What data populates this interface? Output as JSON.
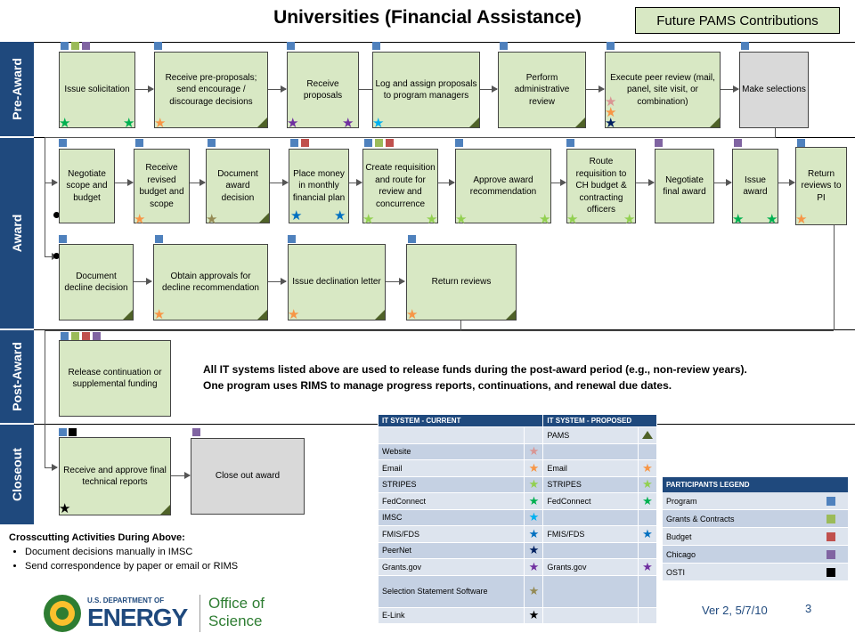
{
  "title": "Universities (Financial Assistance)",
  "future_button": "Future PAMS Contributions",
  "lanes": {
    "pre_award": "Pre-Award",
    "award": "Award",
    "post_award": "Post-Award",
    "closeout": "Closeout"
  },
  "steps": {
    "issue_solicitation": "Issue solicitation",
    "receive_preproposals": "Receive pre-proposals; send encourage / discourage decisions",
    "receive_proposals": "Receive proposals",
    "log_assign": "Log and assign proposals to program managers",
    "admin_review": "Perform administrative review",
    "peer_review": "Execute peer review (mail, panel, site visit, or combination)",
    "make_selections": "Make selections",
    "negotiate_scope": "Negotiate scope and budget",
    "receive_revised": "Receive revised budget and scope",
    "document_award": "Document award decision",
    "place_money": "Place money in monthly financial plan",
    "create_requisition": "Create requisition and route for review and concurrence",
    "approve_award": "Approve award recommendation",
    "route_requisition": "Route requisition to CH budget & contracting officers",
    "negotiate_final": "Negotiate final award",
    "issue_award": "Issue award",
    "return_reviews_pi": "Return reviews to PI",
    "document_decline": "Document decline decision",
    "obtain_approvals": "Obtain approvals for decline recommendation",
    "issue_declination": "Issue declination letter",
    "return_reviews": "Return reviews",
    "release_continuation": "Release continuation or supplemental funding",
    "receive_reports": "Receive and approve final technical reports",
    "close_out": "Close out award"
  },
  "note_line1": "All IT systems listed above are used to release funds during the post-award period (e.g., non-review years).",
  "note_line2": "One program uses RIMS to manage progress reports, continuations, and renewal due dates.",
  "it_table": {
    "header_current": "IT SYSTEM - CURRENT",
    "header_proposed": "IT SYSTEM - PROPOSED",
    "rows": [
      {
        "current": "",
        "current_marker": "",
        "proposed": "PAMS",
        "proposed_marker": "triangle"
      },
      {
        "current": "Website",
        "current_marker": "star-pink",
        "proposed": "",
        "proposed_marker": ""
      },
      {
        "current": "Email",
        "current_marker": "star-orange",
        "proposed": "Email",
        "proposed_marker": "star-orange"
      },
      {
        "current": "STRIPES",
        "current_marker": "star-lightgreen",
        "proposed": "STRIPES",
        "proposed_marker": "star-lightgreen"
      },
      {
        "current": "FedConnect",
        "current_marker": "star-green",
        "proposed": "FedConnect",
        "proposed_marker": "star-green"
      },
      {
        "current": "IMSC",
        "current_marker": "star-lightblue",
        "proposed": "",
        "proposed_marker": ""
      },
      {
        "current": "FMIS/FDS",
        "current_marker": "star-blue",
        "proposed": "FMIS/FDS",
        "proposed_marker": "star-blue"
      },
      {
        "current": "PeerNet",
        "current_marker": "star-navy",
        "proposed": "",
        "proposed_marker": ""
      },
      {
        "current": "Grants.gov",
        "current_marker": "star-purple",
        "proposed": "Grants.gov",
        "proposed_marker": "star-purple"
      },
      {
        "current": "Selection Statement Software",
        "current_marker": "star-olive",
        "proposed": "",
        "proposed_marker": ""
      },
      {
        "current": "E-Link",
        "current_marker": "star-black",
        "proposed": "",
        "proposed_marker": ""
      }
    ]
  },
  "participants_legend": {
    "header": "PARTICIPANTS LEGEND",
    "items": [
      {
        "label": "Program",
        "color": "#4f81bd"
      },
      {
        "label": "Grants & Contracts",
        "color": "#9bbb59"
      },
      {
        "label": "Budget",
        "color": "#c0504d"
      },
      {
        "label": "Chicago",
        "color": "#8064a2"
      },
      {
        "label": "OSTI",
        "color": "#000000"
      }
    ]
  },
  "crosscutting": {
    "title": "Crosscutting Activities During Above:",
    "items": [
      "Document decisions manually in IMSC",
      "Send correspondence by paper or email or RIMS"
    ]
  },
  "logo": {
    "line1": "U.S. DEPARTMENT OF",
    "line2": "ENERGY",
    "office": "Office of",
    "science": "Science"
  },
  "version": "Ver 2, 5/7/10",
  "page_number": "3",
  "colors": {
    "lane": "#1f497d",
    "box_green": "#d8e8c4",
    "box_gray": "#d9d9d9",
    "program": "#4f81bd",
    "grants": "#9bbb59",
    "budget": "#c0504d",
    "chicago": "#8064a2",
    "osti": "#000000",
    "star_pink": "#d99694",
    "star_orange": "#f79646",
    "star_lightgreen": "#92d050",
    "star_green": "#00b050",
    "star_lightblue": "#00b0f0",
    "star_blue": "#0070c0",
    "star_navy": "#002060",
    "star_purple": "#7030a0",
    "star_olive": "#948a54",
    "star_black": "#000000",
    "triangle": "#4f6228"
  }
}
